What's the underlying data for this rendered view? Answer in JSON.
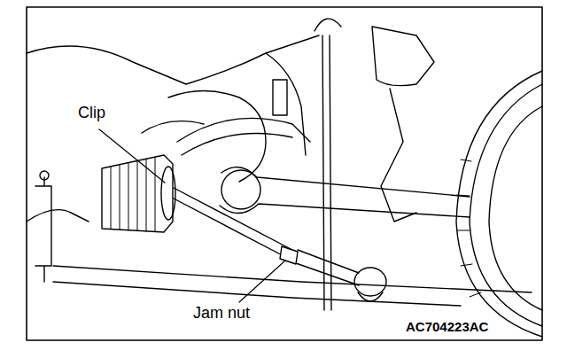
{
  "diagram": {
    "labels": [
      "Clip",
      "Jam nut",
      "AC704223AC"
    ]
  }
}
